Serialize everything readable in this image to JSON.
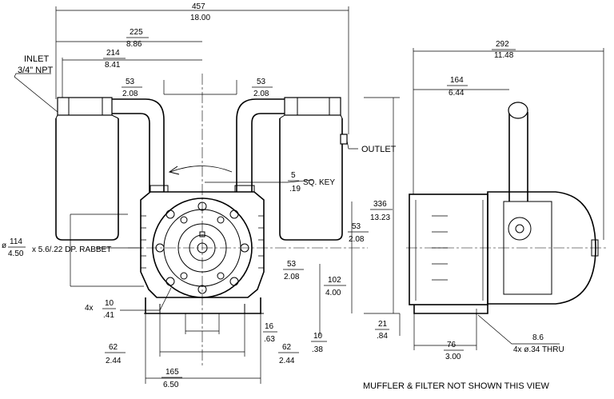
{
  "dims": {
    "overall_width": {
      "mm": "457",
      "in": "18.00"
    },
    "inlet_to_center": {
      "mm": "225",
      "in": "8.86"
    },
    "inlet_offset": {
      "mm": "214",
      "in": "8.41"
    },
    "left_port_offset": {
      "mm": "53",
      "in": "2.08"
    },
    "right_port_offset": {
      "mm": "53",
      "in": "2.08"
    },
    "side_depth": {
      "mm": "292",
      "in": "11.48"
    },
    "side_port": {
      "mm": "164",
      "in": "6.44"
    },
    "height_total": {
      "mm": "336",
      "in": "13.23"
    },
    "key_size": {
      "mm": "5",
      "in": ".19"
    },
    "shaft_upper": {
      "mm": "53",
      "in": "2.08"
    },
    "shaft_lower": {
      "mm": "53",
      "in": "2.08"
    },
    "shaft_height": {
      "mm": "102",
      "in": "4.00"
    },
    "foot_thickness": {
      "mm": "10",
      "in": ".38"
    },
    "hole_qty": {
      "mm": "10",
      "in": ".41"
    },
    "foot_spacing_small": {
      "mm": "16",
      "in": ".63"
    },
    "foot_left": {
      "mm": "62",
      "in": "2.44"
    },
    "foot_right": {
      "mm": "62",
      "in": "2.44"
    },
    "foot_width": {
      "mm": "165",
      "in": "6.50"
    },
    "side_foot_offset": {
      "mm": "21",
      "in": ".84"
    },
    "side_foot_hole": {
      "mm": "76",
      "in": "3.00"
    },
    "rabbet": {
      "mm": "114",
      "in": "4.50"
    }
  },
  "labels": {
    "inlet": "INLET",
    "inlet_npt": "3/4\" NPT",
    "outlet": "OUTLET",
    "sq_key": "SQ. KEY",
    "rabbet_prefix": "ø",
    "rabbet_suffix": "x 5.6/.22 DP. RABBET",
    "hole_prefix": "4x",
    "thru_mm": "8.6",
    "thru_label": "4x ø.34 THRU",
    "note": "MUFFLER & FILTER NOT SHOWN THIS VIEW"
  }
}
